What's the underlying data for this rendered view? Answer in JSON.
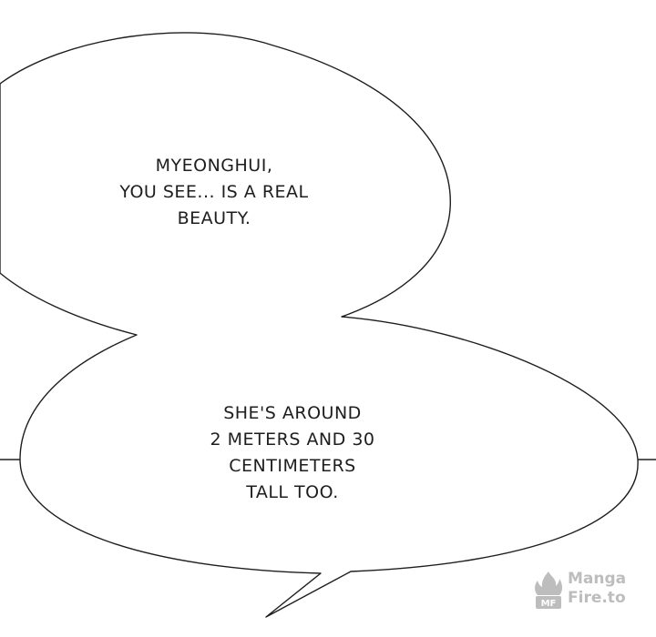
{
  "speech_bubbles": {
    "top": {
      "lines": [
        "MYEONGHUI,",
        "YOU SEE... IS A REAL",
        "BEAUTY."
      ]
    },
    "bottom": {
      "lines": [
        "SHE'S AROUND",
        "2 METERS AND 30",
        "CENTIMETERS",
        "TALL TOO."
      ]
    }
  },
  "watermark": {
    "line1": "Manga",
    "line2": "Fire.to",
    "icon": "flame-logo-icon",
    "color": "#bdbdbd"
  },
  "colors": {
    "background": "#ffffff",
    "outline": "#1e1e1e"
  }
}
